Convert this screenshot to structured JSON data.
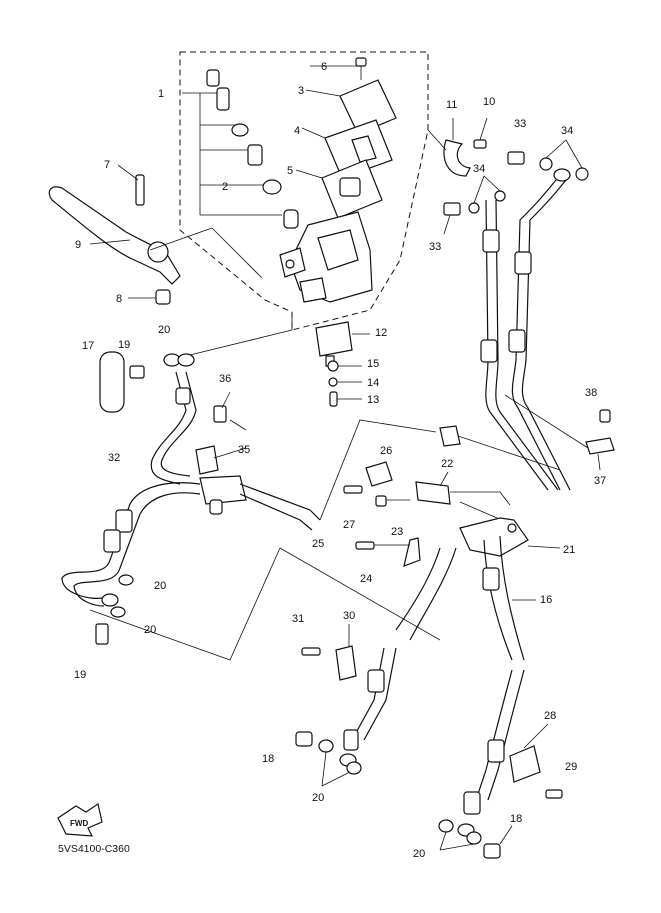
{
  "diagram_code": "5VS4100-C360",
  "fwd_label": "FWD",
  "callouts": {
    "c1": "1",
    "c2": "2",
    "c3": "3",
    "c4": "4",
    "c5": "5",
    "c6": "6",
    "c7": "7",
    "c8": "8",
    "c9": "9",
    "c10": "10",
    "c11": "11",
    "c12": "12",
    "c13": "13",
    "c14": "14",
    "c15": "15",
    "c16": "16",
    "c17": "17",
    "c18a": "18",
    "c18b": "18",
    "c19a": "19",
    "c19b": "19",
    "c20a": "20",
    "c20b": "20",
    "c20c": "20",
    "c20d": "20",
    "c20e": "20",
    "c21": "21",
    "c22": "22",
    "c23": "23",
    "c24": "24",
    "c25": "25",
    "c26": "26",
    "c27": "27",
    "c28": "28",
    "c29": "29",
    "c30": "30",
    "c31": "31",
    "c32": "32",
    "c33a": "33",
    "c33b": "33",
    "c34a": "34",
    "c34b": "34",
    "c35": "35",
    "c36": "36",
    "c37": "37",
    "c38": "38"
  }
}
